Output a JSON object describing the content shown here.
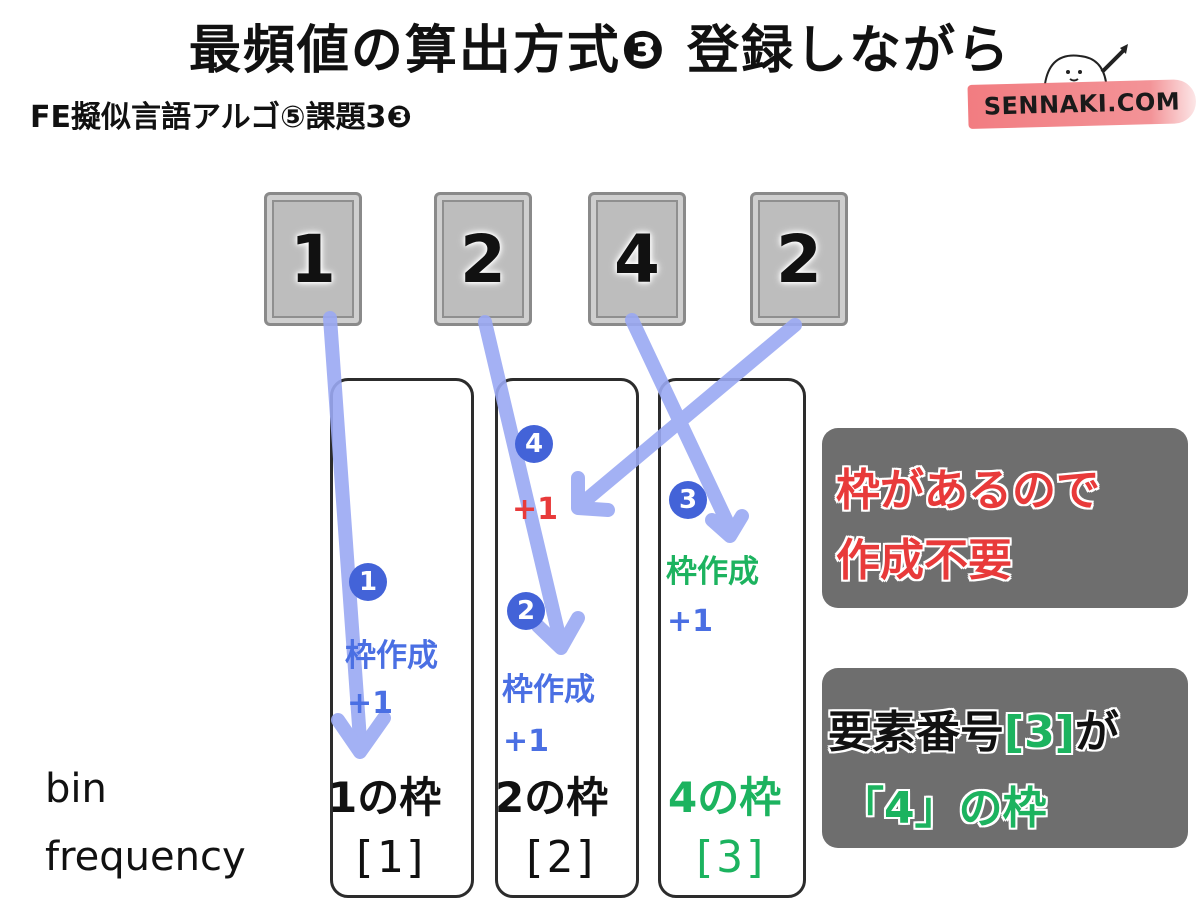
{
  "title": "最頻値の算出方式❸ 登録しながら",
  "subtitle": "FE擬似言語アルゴ⑤課題3❸",
  "brand": "SENNAKI.COM",
  "cards": [
    "1",
    "2",
    "4",
    "2"
  ],
  "row_labels": {
    "bin": "bin",
    "frequency": "frequency"
  },
  "bins": [
    {
      "name": "1の枠",
      "index": "[1]"
    },
    {
      "name": "2の枠",
      "index": "[2]"
    },
    {
      "name": "4の枠",
      "index": "[3]"
    }
  ],
  "steps": [
    {
      "num": "1",
      "create": "枠作成",
      "plus": "+1"
    },
    {
      "num": "2",
      "create": "枠作成",
      "plus": "+1"
    },
    {
      "num": "3",
      "create": "枠作成",
      "plus": "+1"
    },
    {
      "num": "4",
      "plus": "+1"
    }
  ],
  "notes": {
    "no_create": {
      "line1": "枠があるので",
      "line2": "作成不要"
    },
    "element": {
      "part1": "要素番号",
      "part2": "[3]",
      "part3": "が",
      "line2a": "「4」",
      "line2b": "の枠"
    }
  },
  "colors": {
    "blue": "#4a6fe3",
    "red": "#e83a3a",
    "green": "#1cb35f",
    "note_bg": "#6e6e6e",
    "brand_bg": "#f06e73"
  }
}
